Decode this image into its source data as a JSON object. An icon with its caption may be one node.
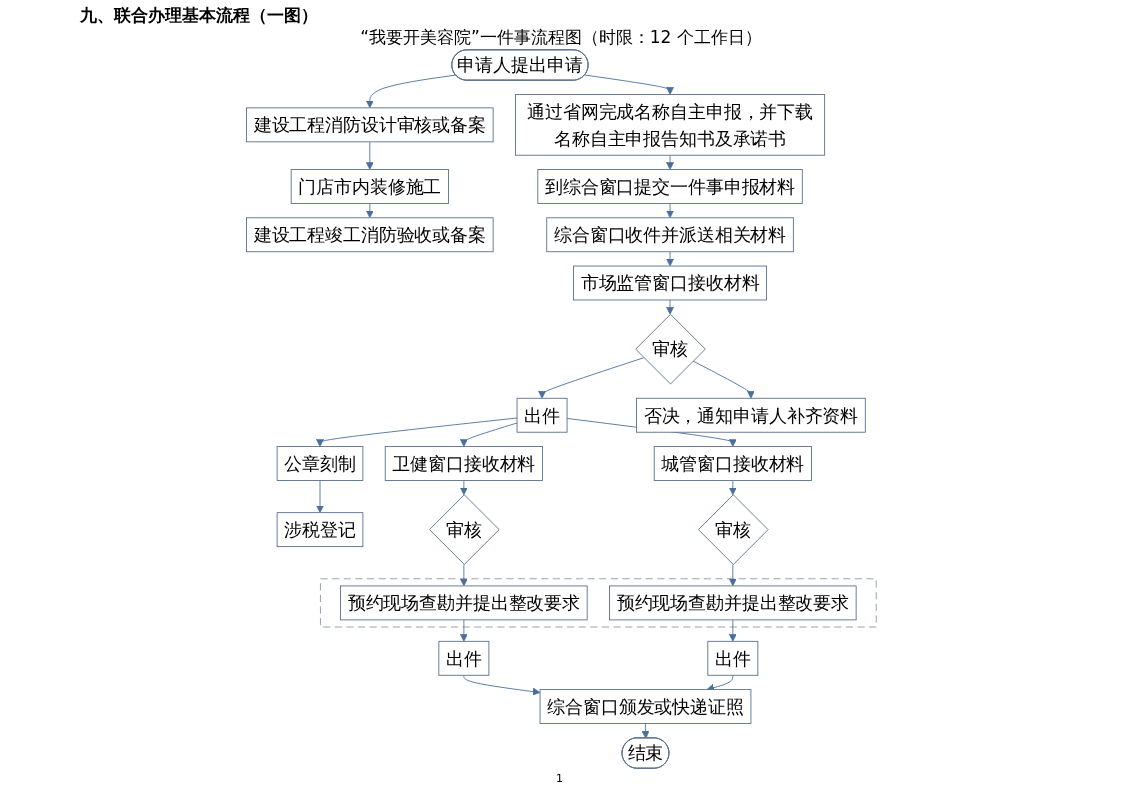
{
  "diagram": {
    "title": "九、联合办理基本流程（一图）",
    "nodes": [
      {
        "text": [
          "申请人提出申请"
        ]
      },
      {
        "text": [
          "建设工程消防设计审核或备案"
        ]
      },
      {
        "text": [
          "门店市内装修施工"
        ]
      },
      {
        "text": [
          "建设工程竣工消防验收或备案"
        ]
      },
      {
        "text": [
          "通过省网完成名称自主申报，并下载名称自主申报告知书及承诺书"
        ]
      },
      {
        "text": [
          "到综合窗口提交一件事申报材料"
        ]
      },
      {
        "text": [
          "综合窗口收件并派送相关材料"
        ]
      },
      {
        "text": [
          "市场监管窗口接收材料"
        ]
      },
      {
        "text": [
          "审核"
        ]
      },
      {
        "text": [
          "否决，通知申请人补齐资料"
        ]
      },
      {
        "text": [
          "出件"
        ]
      },
      {
        "text": [
          "公章刻制"
        ]
      },
      {
        "text": [
          "涉税登记"
        ]
      },
      {
        "text": [
          "卫健窗口接收材料"
        ]
      },
      {
        "text": [
          "城管窗口接收材料"
        ]
      },
      {
        "text": [
          "审核"
        ]
      },
      {
        "text": [
          "审核"
        ]
      },
      {
        "text": [],
        "shape": "box"
      },
      {
        "text": [
          "预约现场查勘并提出整改要求"
        ],
        "in": 17
      },
      {
        "text": [
          "预约现场查勘并提出整改要求"
        ],
        "in": 17
      },
      {
        "text": [
          "出件"
        ]
      },
      {
        "text": [
          "出件"
        ]
      },
      {
        "text": [
          "综合窗口颁发或快递证照"
        ]
      },
      {
        "text": [
          "结束"
        ]
      }
    ],
    "edges": [
      {
        "from": 0,
        "to": 1,
        "arrow": "to"
      },
      {
        "from": 0,
        "to": 4,
        "arrow": "to"
      },
      {
        "from": 1,
        "to": 2,
        "arrow": "to"
      },
      {
        "from": 2,
        "to": 3,
        "arrow": "to"
      },
      {
        "from": 4,
        "to": 5,
        "arrow": "to"
      },
      {
        "from": 5,
        "to": 6,
        "arrow": "to"
      },
      {
        "from": 6,
        "to": 7,
        "arrow": "to"
      },
      {
        "from": 7,
        "to": 8,
        "arrow": "to"
      },
      {
        "from": 8,
        "to": 9,
        "arrow": "to"
      },
      {
        "from": 8,
        "to": 10,
        "arrow": "to"
      },
      {
        "from": 10,
        "to": 11,
        "arrow": "to"
      },
      {
        "from": 11,
        "to": 12,
        "arrow": "to"
      },
      {
        "from": 10,
        "to": 13,
        "arrow": "to"
      },
      {
        "from": 10,
        "to": 14,
        "arrow": "to"
      },
      {
        "from": 13,
        "to": 15,
        "arrow": "to"
      },
      {
        "from": 14,
        "to": 16,
        "arrow": "to"
      },
      {
        "from": 15,
        "to": 18,
        "arrow": "to"
      },
      {
        "from": 16,
        "to": 19,
        "arrow": "to"
      },
      {
        "from": 18,
        "to": 20,
        "arrow": "to"
      },
      {
        "from": 19,
        "to": 21,
        "arrow": "to"
      },
      {
        "from": 20,
        "to": 22,
        "arrow": "to"
      },
      {
        "from": 21,
        "to": 22,
        "arrow": "to"
      },
      {
        "from": 22,
        "to": 23,
        "arrow": "to"
      }
    ],
    "labels": [
      "“我要开美容院”一件事流程图（时限：12 个工作日）",
      "1"
    ]
  }
}
